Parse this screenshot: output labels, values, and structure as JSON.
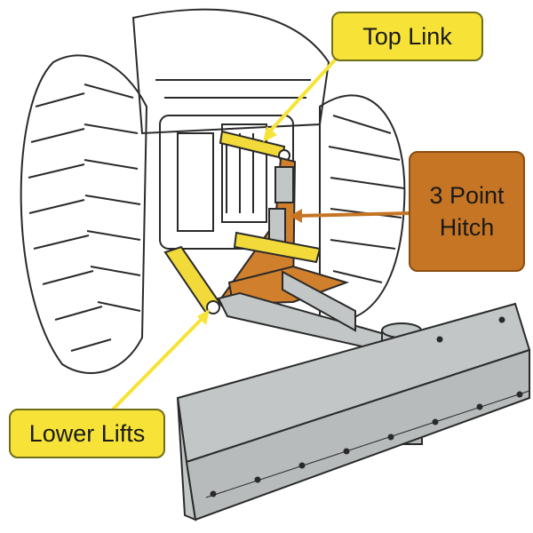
{
  "labels": {
    "top_link": "Top Link",
    "lower_lifts": "Lower Lifts",
    "hitch_line1": "3 Point",
    "hitch_line2": "Hitch"
  },
  "colors": {
    "callout_yellow": "#f7e337",
    "callout_orange": "#c57524",
    "link_yellow": "#f2da3a",
    "frame_orange": "#d07f2c",
    "blade_gray": "#c3c6c6",
    "line": "#2a2a2a"
  }
}
